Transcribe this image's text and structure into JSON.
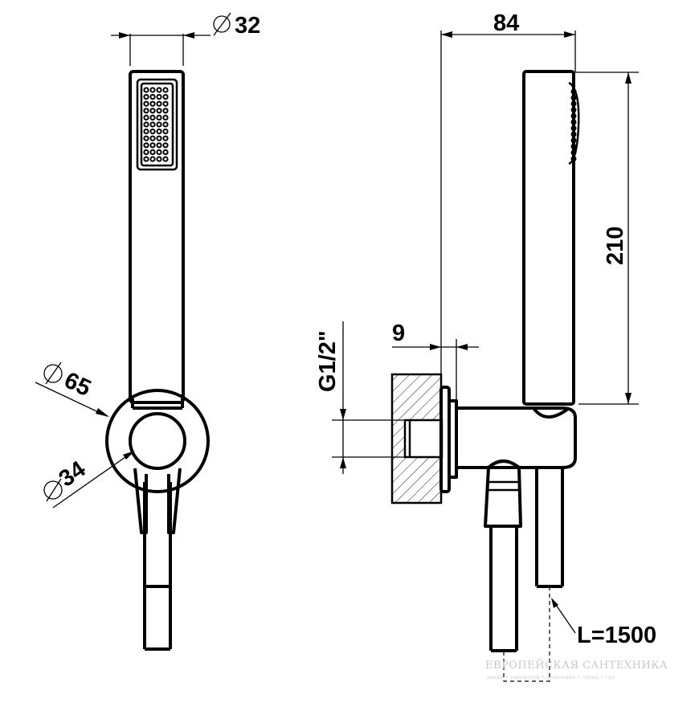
{
  "dimensions": {
    "head_diameter": "32",
    "flange_diameter": "65",
    "inner_diameter": "34",
    "depth": "84",
    "height": "210",
    "wall_offset": "9",
    "thread": "G1/2\"",
    "hose_length": "L=1500"
  },
  "watermark": {
    "title": "ЕВРОПЕЙСКАЯ САНТЕХНИКА",
    "subtitle": "ванны • смесители • отопление • сауны • спа"
  }
}
